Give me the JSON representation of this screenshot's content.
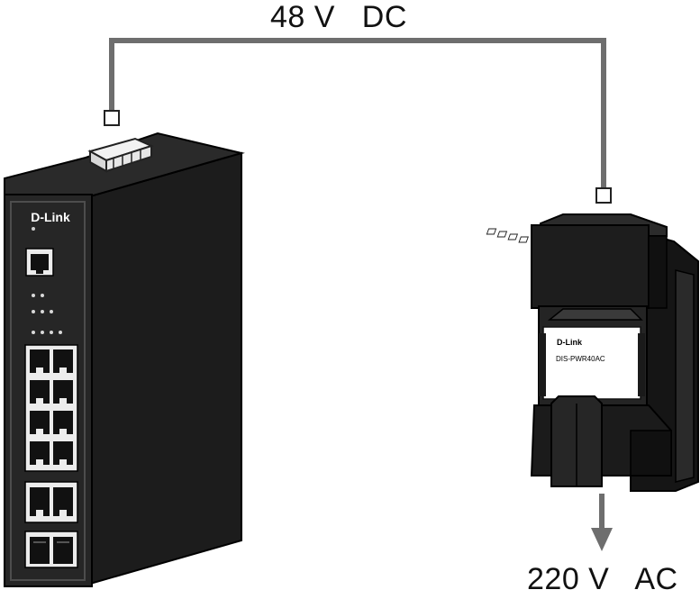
{
  "labels": {
    "dc_input": "48 V   DC",
    "ac_input": "220 V   AC"
  },
  "switch": {
    "brand": "D-Link"
  },
  "power_supply": {
    "brand": "D-Link",
    "model": "DIS-PWR40AC"
  },
  "colors": {
    "device_body": "#232323",
    "device_dark": "#141414",
    "device_front": "#2e2e2e",
    "cable": "#6e6e6e",
    "port": "#ececec",
    "label_bg": "#ffffff"
  }
}
